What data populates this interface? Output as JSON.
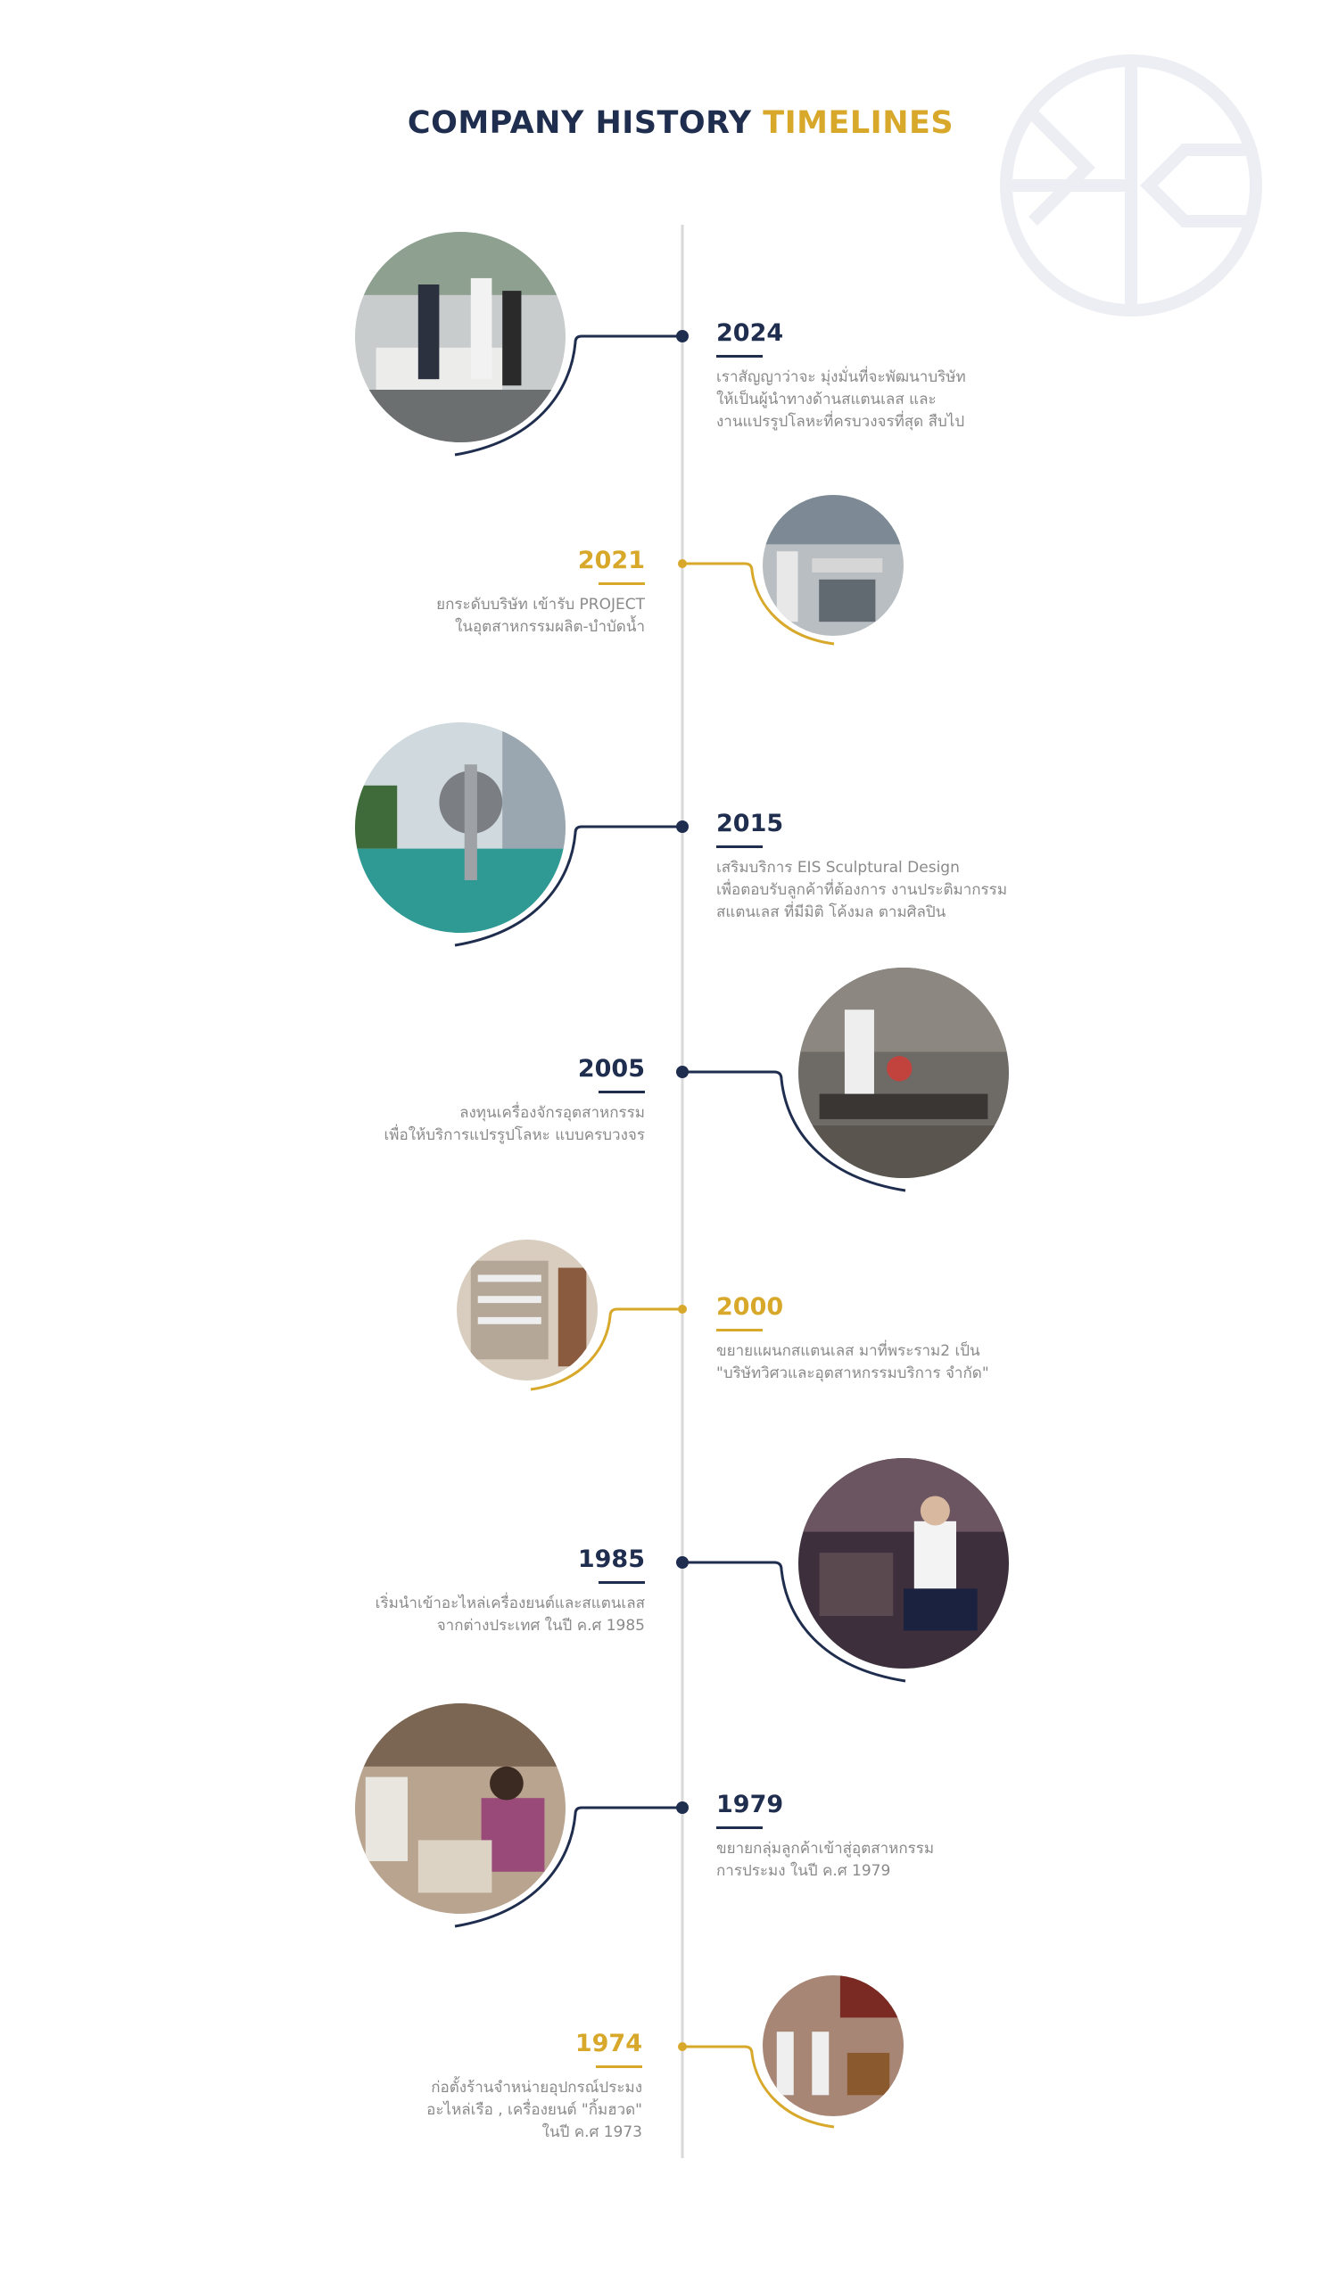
{
  "header": {
    "title_part1": "COMPANY HISTORY",
    "title_part2": "TIMELINES"
  },
  "colors": {
    "navy": "#1f2d4e",
    "gold": "#d8a82a",
    "line": "#d9d9d9",
    "text": "#8a8a8a"
  },
  "logo": {
    "icon": "eis-logo-icon"
  },
  "timeline": [
    {
      "year": "2024",
      "desc": "เราสัญญาว่าจะ มุ่งมั่นที่จะพัฒนาบริษัท\nให้เป็นผู้นำทางด้านสแตนเลส และ\nงานแปรรูปโลหะที่ครบวงจรที่สุด สืบไป",
      "accent": "navy"
    },
    {
      "year": "2021",
      "desc": "ยกระดับบริษัท เข้ารับ PROJECT\nในอุตสาหกรรมผลิต-บำบัดน้ำ",
      "accent": "gold"
    },
    {
      "year": "2015",
      "desc": "เสริมบริการ EIS Sculptural Design\nเพื่อตอบรับลูกค้าที่ต้องการ งานประติมากรรม\nสแตนเลส ที่มีมิติ โค้งมล ตามศิลปิน",
      "accent": "navy"
    },
    {
      "year": "2005",
      "desc": "ลงทุนเครื่องจักรอุตสาหกรรม\nเพื่อให้บริการแปรรูปโลหะ แบบครบวงจร",
      "accent": "navy"
    },
    {
      "year": "2000",
      "desc": "ขยายแผนกสแตนเลส มาที่พระราม2 เป็น\n\"บริษัทวิศวและอุตสาหกรรมบริการ จำกัด\"",
      "accent": "gold"
    },
    {
      "year": "1985",
      "desc": "เริ่มนำเข้าอะไหล่เครื่องยนต์และสแตนเลส\nจากต่างประเทศ ในปี ค.ศ 1985",
      "accent": "navy"
    },
    {
      "year": "1979",
      "desc": "ขยายกลุ่มลูกค้าเข้าสู่อุตสาหกรรม\nการประมง ในปี ค.ศ 1979",
      "accent": "navy"
    },
    {
      "year": "1974",
      "desc": "ก่อตั้งร้านจำหน่ายอุปกรณ์ประมง\nอะไหล่เรือ , เครื่องยนต์ \"กิ้มฮวด\"\nในปี ค.ศ 1973",
      "accent": "gold"
    }
  ]
}
